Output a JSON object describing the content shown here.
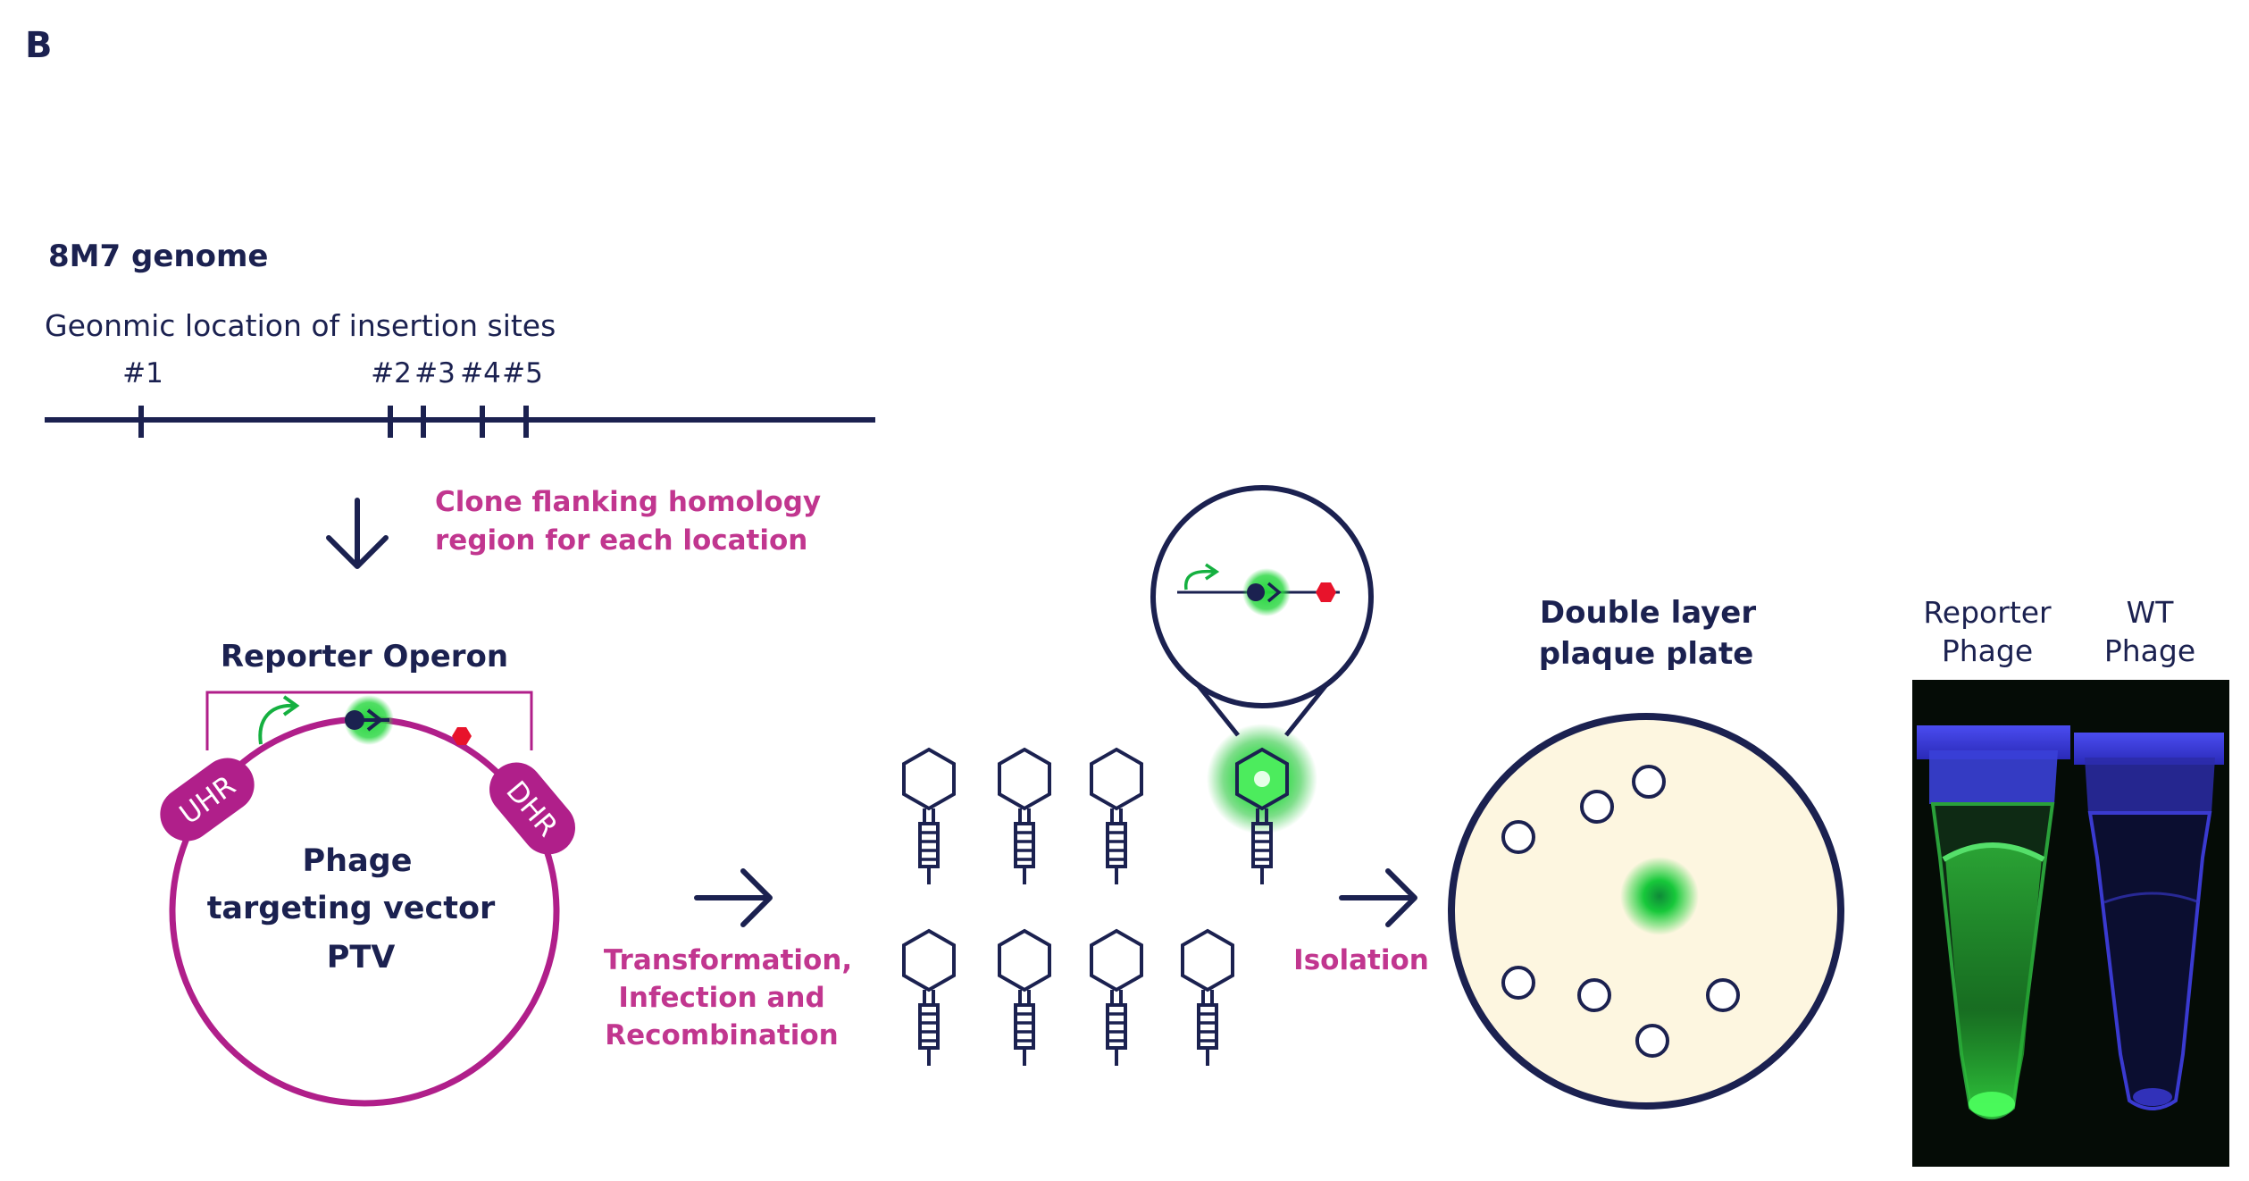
{
  "panel_label": "B",
  "genome": {
    "title": "8M7  genome",
    "subtitle": "Geonmic location of insertion sites",
    "sites": [
      "#1",
      "#2",
      "#3",
      "#4",
      "#5"
    ]
  },
  "clone_step": {
    "line1": "Clone flanking homology",
    "line2": "region for each location"
  },
  "operon_label": "Reporter Operon",
  "plasmid": {
    "uhr": "UHR",
    "dhr": "DHR",
    "line1": "Phage",
    "line2": "targeting vector",
    "line3": "PTV"
  },
  "transform_step": {
    "line1": "Transformation,",
    "line2": "Infection and",
    "line3": "Recombination"
  },
  "isolation_label": "Isolation",
  "plate": {
    "line1": "Double layer",
    "line2": "plaque plate"
  },
  "tubes": {
    "reporter_line1": "Reporter",
    "reporter_line2": "Phage",
    "wt_line1": "WT",
    "wt_line2": "Phage"
  },
  "colors": {
    "navy": "#1b2150",
    "magenta": "#b01f8a",
    "green": "#1fd13a",
    "red": "#e8132b",
    "plate_fill": "#fdf6e0",
    "tube_blue": "#3030c8"
  }
}
